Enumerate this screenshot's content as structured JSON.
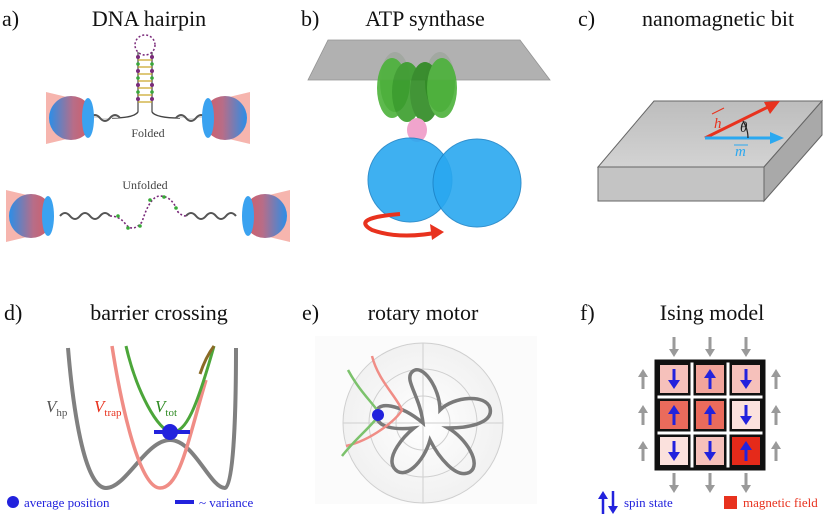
{
  "panels": {
    "a": {
      "letter": "a)",
      "title": "DNA hairpin",
      "folded": "Folded",
      "unfolded": "Unfolded"
    },
    "b": {
      "letter": "b)",
      "title": "ATP synthase"
    },
    "c": {
      "letter": "c)",
      "title": "nanomagnetic bit",
      "h_label": "h",
      "m_label": "m",
      "theta_label": "θ"
    },
    "d": {
      "letter": "d)",
      "title": "barrier crossing",
      "v_hp": "V",
      "v_hp_sub": "hp",
      "v_trap": "V",
      "v_trap_sub": "trap",
      "v_tot": "V",
      "v_tot_sub": "tot",
      "legend_avg": "average position",
      "legend_var": "~ variance"
    },
    "e": {
      "letter": "e)",
      "title": "rotary motor"
    },
    "f": {
      "letter": "f)",
      "title": "Ising model",
      "legend_spin": "spin state",
      "legend_field": "magnetic field",
      "spins": [
        [
          "down",
          "up",
          "down"
        ],
        [
          "up",
          "up",
          "down"
        ],
        [
          "down",
          "down",
          "up"
        ]
      ],
      "fields": [
        [
          "#f6c1bb",
          "#f1a59c",
          "#f6c1bb"
        ],
        [
          "#ea6b5c",
          "#ea6b5c",
          "#fbe1dd"
        ],
        [
          "#fbe1dd",
          "#f6c1bb",
          "#e52a1a"
        ]
      ]
    }
  },
  "colors": {
    "blue": "#2aa8f0",
    "red": "#e8321e",
    "green": "#3aa830",
    "gray": "#808080",
    "trap": "#f08d86",
    "legend_blue": "#2222dd"
  }
}
